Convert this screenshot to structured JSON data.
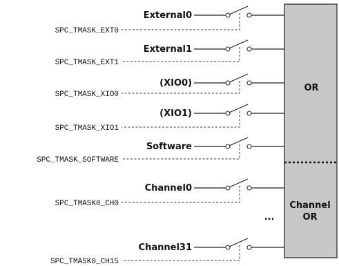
{
  "box": {
    "or_label": "OR",
    "channel_or_line1": "Channel",
    "channel_or_line2": "OR",
    "fill": "#c8c8c8"
  },
  "ellipsis": "...",
  "rows": [
    {
      "signal": "External0",
      "mask": "SPC_TMASK_EXT0"
    },
    {
      "signal": "External1",
      "mask": "SPC_TMASK_EXT1"
    },
    {
      "signal": "(XIO0)",
      "mask": "SPC_TMASK_XIO0"
    },
    {
      "signal": "(XIO1)",
      "mask": "SPC_TMASK_XIO1"
    },
    {
      "signal": "Software",
      "mask": "SPC_TMASK_SOFTWARE"
    },
    {
      "signal": "Channel0",
      "mask": "SPC_TMASK0_CH0"
    },
    {
      "signal": "Channel31",
      "mask": "SPC_TMASK0_CH15"
    }
  ]
}
